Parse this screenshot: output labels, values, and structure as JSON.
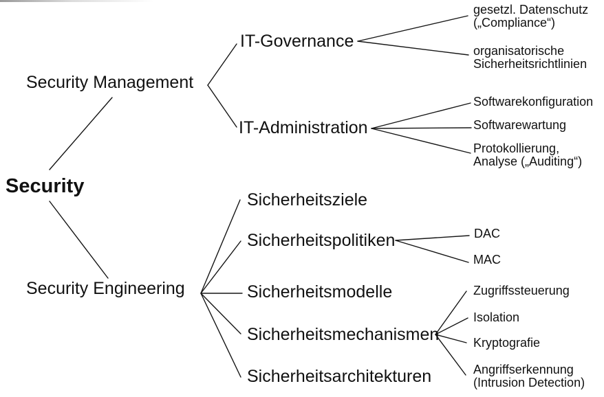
{
  "colors": {
    "background": "#ffffff",
    "text": "#111111",
    "line": "#151515"
  },
  "tree": {
    "label": "Security",
    "children": [
      {
        "label": "Security Management",
        "children": [
          {
            "label": "IT-Governance",
            "children": [
              {
                "label": "gesetzl. Datenschutz\n(„Compliance“)"
              },
              {
                "label": "organisatorische\nSicherheitsrichtlinien"
              }
            ]
          },
          {
            "label": "IT-Administration",
            "children": [
              {
                "label": "Softwarekonfiguration"
              },
              {
                "label": "Softwarewartung"
              },
              {
                "label": "Protokollierung,\nAnalyse („Auditing“)"
              }
            ]
          }
        ]
      },
      {
        "label": "Security Engineering",
        "children": [
          {
            "label": "Sicherheitsziele"
          },
          {
            "label": "Sicherheitspolitiken",
            "children": [
              {
                "label": "DAC"
              },
              {
                "label": "MAC"
              }
            ]
          },
          {
            "label": "Sicherheitsmodelle"
          },
          {
            "label": "Sicherheitsmechanismen",
            "children": [
              {
                "label": "Zugriffssteuerung"
              },
              {
                "label": "Isolation"
              },
              {
                "label": "Kryptografie"
              },
              {
                "label": "Angriffserkennung\n(Intrusion Detection)"
              }
            ]
          },
          {
            "label": "Sicherheitsarchitekturen"
          }
        ]
      }
    ]
  }
}
